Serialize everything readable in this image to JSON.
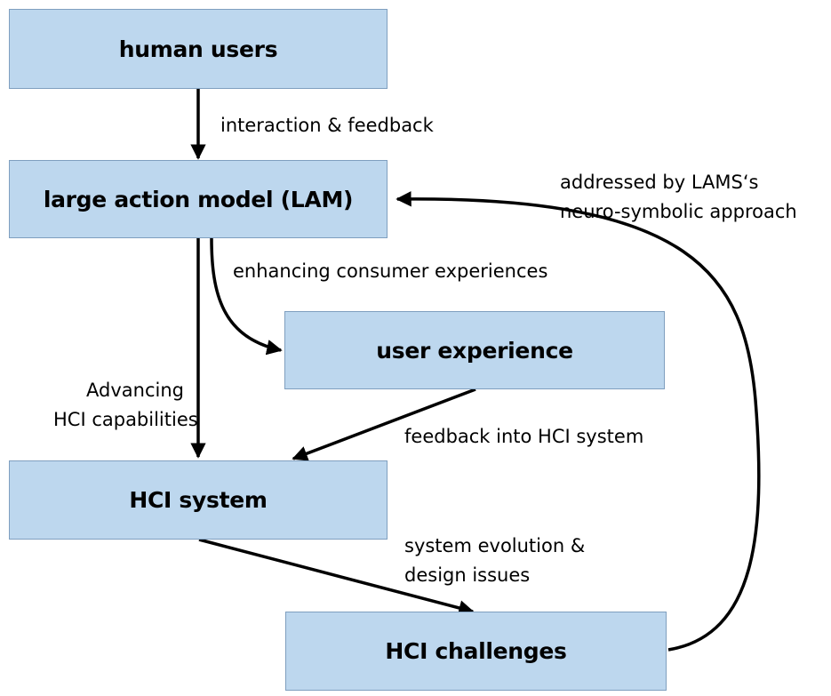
{
  "nodes": {
    "human_users": "human users",
    "lam": "large action model (LAM)",
    "user_experience": "user experience",
    "hci_system": "HCI system",
    "hci_challenges": "HCI challenges"
  },
  "edges": {
    "interaction_feedback": "interaction & feedback",
    "enhancing": "enhancing consumer experiences",
    "advancing": [
      "Advancing",
      "HCI capabilities"
    ],
    "feedback_into": "feedback into HCI system",
    "evolution": [
      "system evolution &",
      "design issues"
    ],
    "addressed": [
      "addressed by LAMS‘s",
      "neuro-symbolic approach"
    ]
  },
  "colors": {
    "box_fill": "#bdd7ee",
    "box_border": "#7f9fbf",
    "arrow": "#000000"
  }
}
